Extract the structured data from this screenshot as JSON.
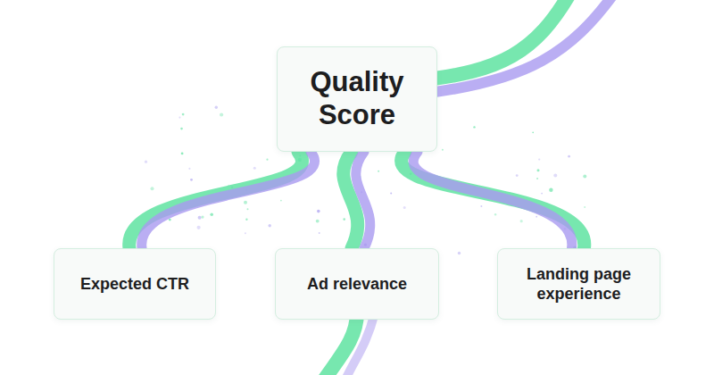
{
  "diagram": {
    "nodes": [
      {
        "text": [
          "Quality Score"
        ]
      },
      {
        "text": [
          "Expected CTR"
        ]
      },
      {
        "text": [
          "Ad relevance"
        ]
      },
      {
        "text": [
          "Landing page experience"
        ]
      }
    ],
    "edges": [
      {
        "from": 0,
        "to": 1,
        "arrow": "none"
      },
      {
        "from": 0,
        "to": 2,
        "arrow": "none"
      },
      {
        "from": 0,
        "to": 3,
        "arrow": "none"
      }
    ]
  }
}
